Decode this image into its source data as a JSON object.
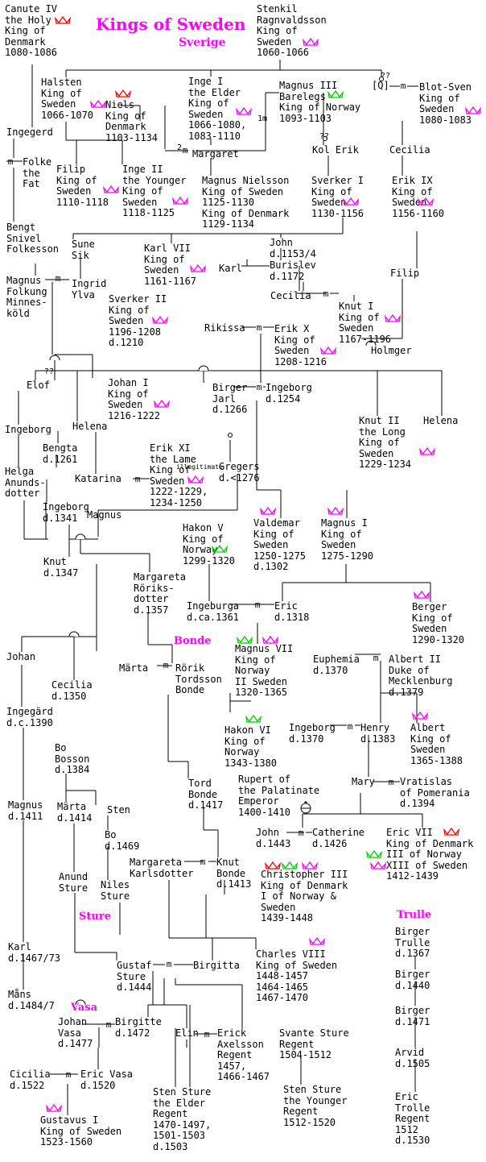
{
  "title": "Kings of Sweden",
  "subtitle": "Sverige",
  "houses": {
    "bonde": "Bonde",
    "sture": "Sture",
    "vasa": "Vasa",
    "trolle": "Trulle"
  },
  "people": {
    "canute": [
      "Canute IV",
      "the Holy",
      "King of",
      "Denmark",
      "1080-1086"
    ],
    "stenkil": [
      "Stenkil",
      "Ragnvaldsson",
      "King of",
      "Sweden",
      "1060-1066"
    ],
    "halsten": [
      "Halsten",
      "King of",
      "Sweden",
      "1066-1070"
    ],
    "niels": [
      "Niels",
      "King of",
      "Denmark",
      "1103-1134"
    ],
    "inge1": [
      "Inge I",
      "the Elder",
      "King of",
      "Sweden",
      "1066-1080,",
      "1083-1110"
    ],
    "magnus3": [
      "Magnus III",
      "Barelegs",
      "King of Norway",
      "1093-1103"
    ],
    "q": [
      "[Q]"
    ],
    "blotsven": [
      "Blot-Sven",
      "King of",
      "Sweden",
      "1080-1083"
    ],
    "ingegerd": [
      "Ingegerd"
    ],
    "margaret": [
      "Margaret"
    ],
    "kolerik": [
      "Kol Erik"
    ],
    "cecilia1": [
      "Cecilia"
    ],
    "folke": [
      "Folke",
      "the",
      "Fat"
    ],
    "filip": [
      "Filip",
      "King of",
      "Sweden",
      "1110-1118"
    ],
    "inge2": [
      "Inge II",
      "the Younger",
      "King of",
      "Sweden",
      "1118-1125"
    ],
    "magnusn": [
      "Magnus Nielsson",
      "King of Sweden",
      "1125-1130",
      "King of Denmark",
      "1129-1134"
    ],
    "sverker1": [
      "Sverker I",
      "King of",
      "Sweden",
      "1130-1156"
    ],
    "erik9": [
      "Erik IX",
      "King of",
      "Sweden",
      "1156-1160"
    ],
    "bengt": [
      "Bengt",
      "Snivel",
      "Folkesson"
    ],
    "sune": [
      "Sune",
      "Sik"
    ],
    "karl7": [
      "Karl VII",
      "King of",
      "Sweden",
      "1161-1167"
    ],
    "john1": [
      "John",
      "d.1153/4"
    ],
    "karl": [
      "Karl"
    ],
    "burislev": [
      "Burislev",
      "d.1172"
    ],
    "magnusf": [
      "Magnus",
      "Folkung",
      "Minnes-",
      "köld"
    ],
    "ingrid": [
      "Ingrid",
      "Ylva"
    ],
    "filip2": [
      "Filip"
    ],
    "sverker2": [
      "Sverker II",
      "King of",
      "Sweden",
      "1196-1208",
      "d.1210"
    ],
    "cecilia2": [
      "Cecilia"
    ],
    "knut1": [
      "Knut I",
      "King of",
      "Sweden",
      "1167-1196"
    ],
    "rikissa": [
      "Rikissa"
    ],
    "erik10": [
      "Erik X",
      "King of",
      "Sweden",
      "1208-1216"
    ],
    "holmger": [
      "Holmger"
    ],
    "elof": [
      "Elof"
    ],
    "johan1": [
      "Johan I",
      "King of",
      "Sweden",
      "1216-1222"
    ],
    "birgerj": [
      "Birger",
      "Jarl",
      "d.1266"
    ],
    "ingeborgb": [
      "Ingeborg",
      "d.1254"
    ],
    "ingeborg1": [
      "Ingeborg"
    ],
    "helena1": [
      "Helena"
    ],
    "knut2": [
      "Knut II",
      "the Long",
      "King of",
      "Sweden",
      "1229-1234"
    ],
    "helena2": [
      "Helena"
    ],
    "bengta": [
      "Bengta",
      "d.1261"
    ],
    "erik11": [
      "Erik XI",
      "the Lame",
      "King of",
      "Sweden",
      "1222-1229,",
      "1234-1250"
    ],
    "gregers": [
      "Gregers",
      "d.<1276"
    ],
    "katarina": [
      "Katarina"
    ],
    "helga": [
      "Helga",
      "Anunds-",
      "dotter"
    ],
    "ingeborg2": [
      "Ingeborg",
      "d.1341"
    ],
    "magnus2": [
      "Magnus"
    ],
    "valdemar": [
      "Valdemar",
      "King of",
      "Sweden",
      "1250-1275",
      "d.1302"
    ],
    "magnus1": [
      "Magnus I",
      "King of",
      "Sweden",
      "1275-1290"
    ],
    "hakon5": [
      "Hakon V",
      "King of",
      "Norway",
      "1299-1320"
    ],
    "knut3": [
      "Knut",
      "d.1347"
    ],
    "margaretar": [
      "Margareta",
      "Röriks-",
      "dotter",
      "d.1357"
    ],
    "ingeburga": [
      "Ingeburga",
      "d.ca.1361"
    ],
    "eric1318": [
      "Eric",
      "d.1318"
    ],
    "berger": [
      "Berger",
      "King of",
      "Sweden",
      "1290-1320"
    ],
    "johan2": [
      "Johan"
    ],
    "cecilia3": [
      "Cecilia",
      "d.1350"
    ],
    "marta1": [
      "Märta"
    ],
    "rorik": [
      "Rörik",
      "Tordsson",
      "Bonde"
    ],
    "magnus7": [
      "Magnus VII",
      "King of",
      "Norway",
      "II Sweden",
      "1320-1365"
    ],
    "euphemia": [
      "Euphemia",
      "d.1370"
    ],
    "albert2": [
      "Albert II",
      "Duke of",
      "Mecklenburg",
      "d.1379"
    ],
    "ingegard": [
      "Ingegärd",
      "d.c.1390"
    ],
    "hakon6": [
      "Hakon VI",
      "King of",
      "Norway",
      "1343-1380"
    ],
    "ingeborg3": [
      "Ingeborg",
      "d.1370"
    ],
    "henry": [
      "Henry",
      "d.1383"
    ],
    "albertk": [
      "Albert",
      "King of",
      "Sweden",
      "1365-1388"
    ],
    "bo": [
      "Bo",
      "Bosson",
      "d.1384"
    ],
    "tord": [
      "Tord",
      "Bonde",
      "d.1417"
    ],
    "rupert": [
      "Rupert of",
      "the Palatinate",
      "Emperor",
      "1400-1410"
    ],
    "mary": [
      "Mary"
    ],
    "vratislas": [
      "Vratislas",
      "of Pomerania",
      "d.1394"
    ],
    "magnus1411": [
      "Magnus",
      "d.1411"
    ],
    "marta2": [
      "Märta",
      "d.1414"
    ],
    "sten1": [
      "Sten"
    ],
    "john1443": [
      "John",
      "d.1443"
    ],
    "catherine": [
      "Catherine",
      "d.1426"
    ],
    "eric7": [
      "Eric VII",
      "King of Denmark",
      "III of Norway",
      "XIII of Sweden",
      "1412-1439"
    ],
    "bo2": [
      "Bo",
      "d.1469"
    ],
    "margaretak": [
      "Margareta",
      "Karlsdotter"
    ],
    "knutb": [
      "Knut",
      "Bonde",
      "d.1413"
    ],
    "christopher": [
      "Christopher III",
      "King of Denmark",
      "I of Norway &",
      "Sweden",
      "1439-1448"
    ],
    "anund": [
      "Anund",
      "Sture"
    ],
    "niles": [
      "Niles",
      "Sture"
    ],
    "karl1467": [
      "Karl",
      "d.1467/73"
    ],
    "charles8": [
      "Charles VIII",
      "King of Sweden",
      "1448-1457",
      "1464-1465",
      "1467-1470"
    ],
    "gustaf": [
      "Gustaf",
      "Sture",
      "d.1444"
    ],
    "birgitta": [
      "Birgitta"
    ],
    "mans": [
      "Måns",
      "d.1484/7"
    ],
    "johanv": [
      "Johan",
      "Vasa",
      "d.1477"
    ],
    "birgitte": [
      "Birgitte",
      "d.1472"
    ],
    "elin": [
      "Elin"
    ],
    "erick": [
      "Erick",
      "Axelsson",
      "Regent",
      "1457,",
      "1466-1467"
    ],
    "svante": [
      "Svante Sture",
      "Regent",
      "1504-1512"
    ],
    "cicilia": [
      "Cicilia",
      "d.1522"
    ],
    "ericvasa": [
      "Eric Vasa",
      "d.1520"
    ],
    "stenelder": [
      "Sten Sture",
      "the Elder",
      "Regent",
      "1470-1497,",
      "1501-1503",
      "d.1503"
    ],
    "stenyounger": [
      "Sten Sture",
      "the Younger",
      "Regent",
      "1512-1520"
    ],
    "gustavus": [
      "Gustavus I",
      "King of Sweden",
      "1523-1560"
    ],
    "trulle1": [
      "Birger",
      "Trulle",
      "d.1367"
    ],
    "trulle2": [
      "Birger",
      "d.1440"
    ],
    "trulle3": [
      "Birger",
      "d.1471"
    ],
    "arvid": [
      "Arvid",
      "d.1505"
    ],
    "erict": [
      "Eric",
      "Trolle",
      "Regent",
      "1512",
      "d.1530"
    ]
  },
  "annotations": {
    "illegitimate": "illegitimate",
    "q1": "??",
    "q2": "??",
    "q3": "??",
    "n1": "1m",
    "n2": "2"
  },
  "colors": {
    "sweden": "#ff00ff",
    "denmark": "#ff0000",
    "norway": "#00cc00",
    "title": "#ff00ff"
  }
}
